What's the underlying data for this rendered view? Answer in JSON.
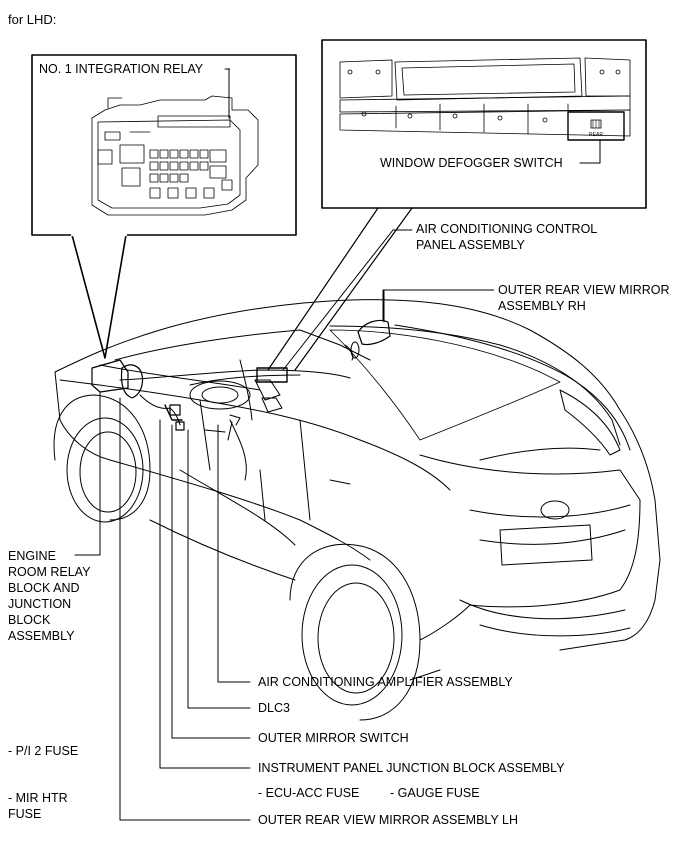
{
  "header": "for LHD:",
  "labels": {
    "integration_relay": "NO. 1 INTEGRATION RELAY",
    "defogger_switch": "WINDOW DEFOGGER SWITCH",
    "ac_control_panel_1": "AIR CONDITIONING CONTROL",
    "ac_control_panel_2": "PANEL ASSEMBLY",
    "mirror_rh_1": "OUTER REAR VIEW MIRROR",
    "mirror_rh_2": "ASSEMBLY RH",
    "engine_room_1": "ENGINE",
    "engine_room_2": "ROOM RELAY",
    "engine_room_3": "BLOCK AND",
    "engine_room_4": "JUNCTION",
    "engine_room_5": "BLOCK",
    "engine_room_6": "ASSEMBLY",
    "ac_amplifier": "AIR CONDITIONING AMPLIFIER ASSEMBLY",
    "dlc3": "DLC3",
    "mirror_switch": "OUTER MIRROR SWITCH",
    "ip_junction_block": "INSTRUMENT PANEL JUNCTION BLOCK ASSEMBLY",
    "pi2_fuse": "- P/I 2 FUSE",
    "ecu_acc_fuse": "- ECU-ACC FUSE",
    "gauge_fuse": "- GAUGE FUSE",
    "mir_htr_fuse_1": "- MIR HTR",
    "mir_htr_fuse_2": "FUSE",
    "mirror_lh": "OUTER REAR VIEW MIRROR ASSEMBLY LH"
  },
  "switch_text": "REAR"
}
